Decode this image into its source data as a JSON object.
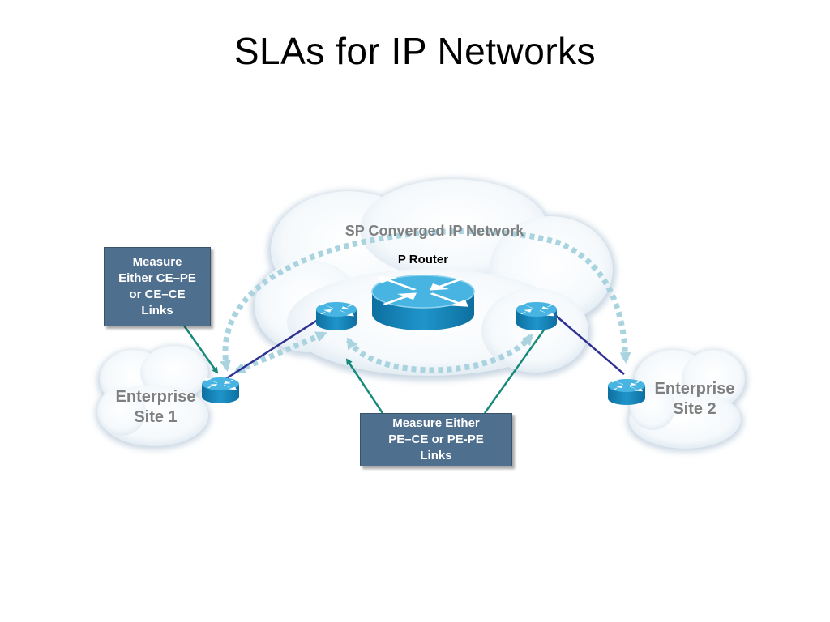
{
  "title": "SLAs for IP Networks",
  "sp_network_label": "SP Converged IP Network",
  "p_router_label": "P Router",
  "site1": {
    "line1": "Enterprise",
    "line2": "Site 1"
  },
  "site2": {
    "line1": "Enterprise",
    "line2": "Site 2"
  },
  "callout_left": {
    "lines": [
      "Measure",
      "Either CE–PE",
      "or CE–CE",
      "Links"
    ]
  },
  "callout_bottom": {
    "lines": [
      "Measure Either",
      "PE–CE or PE-PE",
      "Links"
    ]
  },
  "colors": {
    "router_blue": "#1f8fc3",
    "router_top": "#47b4e2",
    "callout_fill": "#4f6f8f",
    "measurement_arrow": "#a9d3df",
    "callout_pointer": "#17897a",
    "access_link": "#2e3192",
    "cloud_fill": "#f4f9fd",
    "label_grey": "#7f7f7f"
  },
  "icons": [
    "router-icon",
    "cloud-shape"
  ]
}
